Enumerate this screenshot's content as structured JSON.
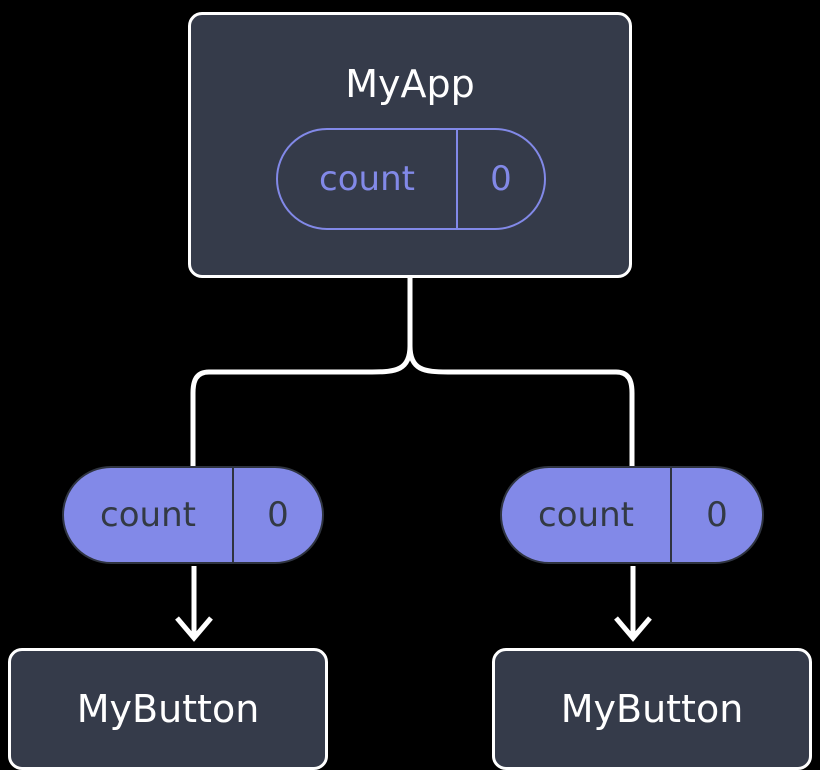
{
  "diagram": {
    "title_hidden": "React state propagation tree",
    "background_color": "#000000",
    "colors": {
      "box_fill": "#353b4a",
      "box_stroke": "#ffffff",
      "accent_purple": "#8289e8",
      "pill_text_dark": "#333a44",
      "wire": "#ffffff"
    },
    "root": {
      "label": "MyApp",
      "state_pill": {
        "key": "count",
        "value": "0",
        "style": "outlined"
      }
    },
    "branches": [
      {
        "prop_pill": {
          "key": "count",
          "value": "0",
          "style": "filled"
        },
        "child": {
          "label": "MyButton"
        }
      },
      {
        "prop_pill": {
          "key": "count",
          "value": "0",
          "style": "filled"
        },
        "child": {
          "label": "MyButton"
        }
      }
    ]
  }
}
